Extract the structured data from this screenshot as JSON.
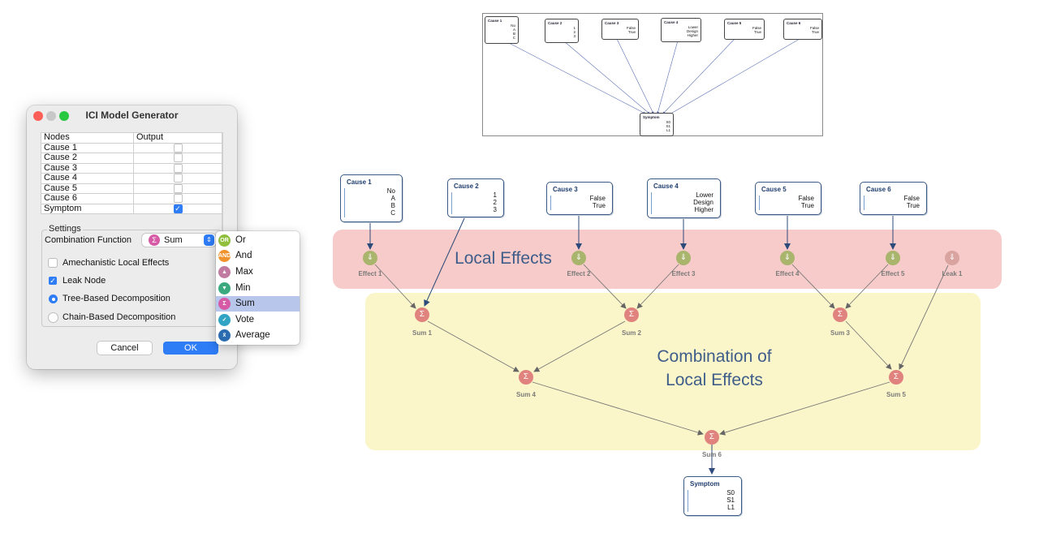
{
  "dialog": {
    "title": "ICI Model Generator",
    "table": {
      "headers": [
        "Nodes",
        "Output"
      ],
      "rows": [
        {
          "node": "Cause 1",
          "output": false
        },
        {
          "node": "Cause 2",
          "output": false
        },
        {
          "node": "Cause 3",
          "output": false
        },
        {
          "node": "Cause 4",
          "output": false
        },
        {
          "node": "Cause 5",
          "output": false
        },
        {
          "node": "Cause 6",
          "output": false
        },
        {
          "node": "Symptom",
          "output": true
        }
      ]
    },
    "settings": {
      "label": "Settings",
      "combination_function_label": "Combination Function",
      "combination_function_value": "Sum",
      "amechanistic_label": "Amechanistic Local Effects",
      "amechanistic_checked": false,
      "leak_node_label": "Leak Node",
      "leak_node_checked": true,
      "tree_label": "Tree-Based Decomposition",
      "chain_label": "Chain-Based Decomposition",
      "decomposition_selected": "Tree-Based Decomposition"
    },
    "cancel_label": "Cancel",
    "ok_label": "OK"
  },
  "dropdown": {
    "options": [
      {
        "label": "Or",
        "icon": "OR",
        "color": "#8fbf3c"
      },
      {
        "label": "And",
        "icon": "AND",
        "color": "#f0922d"
      },
      {
        "label": "Max",
        "icon": "▲",
        "color": "#c27ba0"
      },
      {
        "label": "Min",
        "icon": "▼",
        "color": "#3aaa7e"
      },
      {
        "label": "Sum",
        "icon": "Σ",
        "color": "#d65aa6"
      },
      {
        "label": "Vote",
        "icon": "✓",
        "color": "#31a3c4"
      },
      {
        "label": "Average",
        "icon": "x̄",
        "color": "#2b6cb0"
      }
    ],
    "selected": "Sum"
  },
  "thumbnail": {
    "causes": [
      {
        "title": "Cause 1",
        "states": [
          "No",
          "A",
          "B",
          "C"
        ]
      },
      {
        "title": "Cause 2",
        "states": [
          "1",
          "2",
          "3"
        ]
      },
      {
        "title": "Cause 3",
        "states": [
          "False",
          "True"
        ]
      },
      {
        "title": "Cause 4",
        "states": [
          "Lower",
          "Design",
          "Higher"
        ]
      },
      {
        "title": "Cause 5",
        "states": [
          "False",
          "True"
        ]
      },
      {
        "title": "Cause 6",
        "states": [
          "False",
          "True"
        ]
      }
    ],
    "symptom": {
      "title": "Symptom",
      "states": [
        "S0",
        "S1",
        "L1"
      ]
    }
  },
  "diagram": {
    "local_effects_label": "Local Effects",
    "combination_label_line1": "Combination of",
    "combination_label_line2": "Local Effects",
    "causes": [
      {
        "title": "Cause 1",
        "states": [
          "No",
          "A",
          "B",
          "C"
        ]
      },
      {
        "title": "Cause 2",
        "states": [
          "1",
          "2",
          "3"
        ]
      },
      {
        "title": "Cause 3",
        "states": [
          "False",
          "True"
        ]
      },
      {
        "title": "Cause 4",
        "states": [
          "Lower",
          "Design",
          "Higher"
        ]
      },
      {
        "title": "Cause 5",
        "states": [
          "False",
          "True"
        ]
      },
      {
        "title": "Cause 6",
        "states": [
          "False",
          "True"
        ]
      }
    ],
    "effects": [
      "Effect 1",
      "Effect 2",
      "Effect 3",
      "Effect 4",
      "Effect 5"
    ],
    "leak": "Leak 1",
    "sums": [
      "Sum 1",
      "Sum 2",
      "Sum 3",
      "Sum 4",
      "Sum 5",
      "Sum 6"
    ],
    "symptom": {
      "title": "Symptom",
      "states": [
        "S0",
        "S1",
        "L1"
      ]
    },
    "colors": {
      "node_border": "#3a5a85",
      "effect": "#a9b46c",
      "sum": "#e0837f",
      "leak": "#d9a4a0"
    }
  }
}
